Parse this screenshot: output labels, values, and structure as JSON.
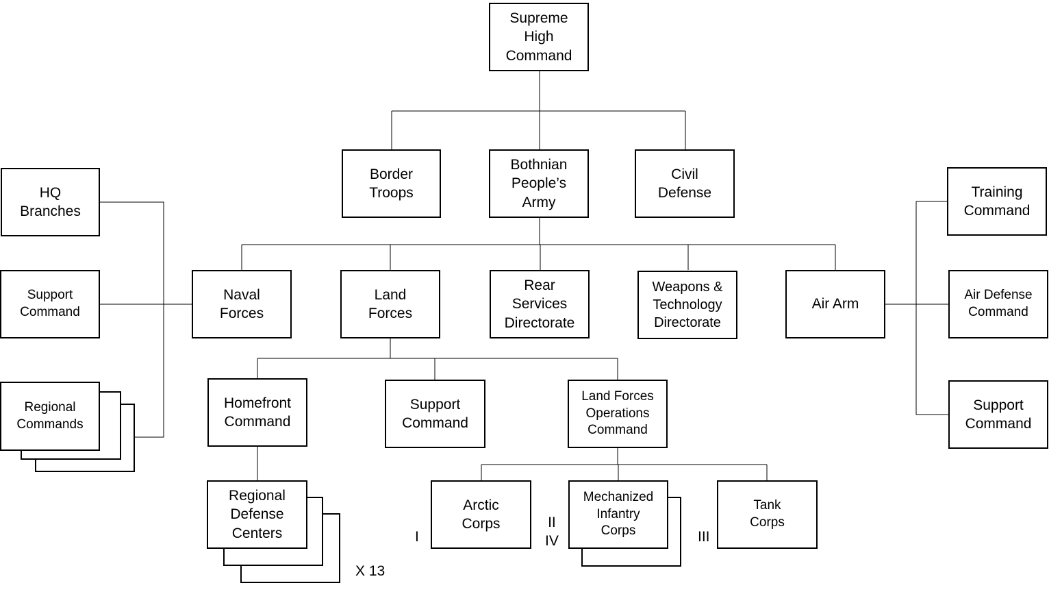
{
  "nodes": {
    "supreme": "Supreme\nHigh\nCommand",
    "border": "Border\nTroops",
    "army": "Bothnian\nPeople’s\nArmy",
    "civil": "Civil\nDefense",
    "hq": "HQ\nBranches",
    "support_left": "Support\nCommand",
    "regional_commands": "Regional\nCommands",
    "naval": "Naval\nForces",
    "land": "Land\nForces",
    "rear": "Rear\nServices\nDirectorate",
    "weapons": "Weapons &\nTechnology\nDirectorate",
    "air": "Air Arm",
    "training": "Training\nCommand",
    "air_defense": "Air Defense\nCommand",
    "support_right": "Support\nCommand",
    "homefront": "Homefront\nCommand",
    "support_land": "Support\nCommand",
    "lfoc": "Land Forces\nOperations\nCommand",
    "rdc": "Regional\nDefense\nCenters",
    "arctic": "Arctic\nCorps",
    "mech": "Mechanized\nInfantry\nCorps",
    "tank": "Tank\nCorps"
  },
  "labels": {
    "x13": "X 13",
    "corps_i": "I",
    "corps_ii_iv": "II\nIV",
    "corps_iii": "III"
  }
}
